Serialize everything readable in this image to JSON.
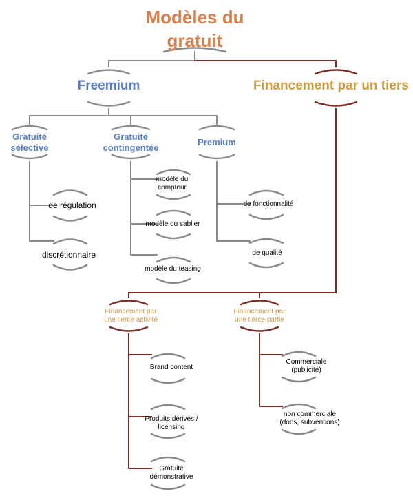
{
  "title_line1": "Modèles du",
  "title_line2": "gratuit",
  "freemium": "Freemium",
  "financement_tiers": "Financement par un tiers",
  "gratuite_selective_1": "Gratuité",
  "gratuite_selective_2": "sélective",
  "gratuite_contingentee_1": "Gratuité",
  "gratuite_contingentee_2": "contingentée",
  "premium": "Premium",
  "de_regulation": "de régulation",
  "discretionnaire": "discrétionnaire",
  "modele_compteur_1": "modèle du",
  "modele_compteur_2": "compteur",
  "modele_sablier": "modèle du sablier",
  "modele_teasing": "modèle du teasing",
  "de_fonctionnalite": "de fonctionnalité",
  "de_qualite": "de qualité",
  "fin_activite_1": "Financement par",
  "fin_activite_2": "une tierce activité",
  "fin_partie_1": "Financement par",
  "fin_partie_2": "une tierce partie",
  "brand_content": "Brand content",
  "produits_derives_1": "Produits dérivés /",
  "produits_derives_2": "licensing",
  "gratuite_demo_1": "Gratuité",
  "gratuite_demo_2": "démonstrative",
  "commerciale_1": "Commerciale",
  "commerciale_2": "(publicité)",
  "non_commerciale_1": "non commerciale",
  "non_commerciale_2": "(dons, subventions)",
  "colors": {
    "title": "#d9814d",
    "freemium_branch": "#5b7fc7",
    "financement_branch": "#cf9a46",
    "gray_connector": "#8a8a8a",
    "brown_connector": "#7a2e26"
  }
}
